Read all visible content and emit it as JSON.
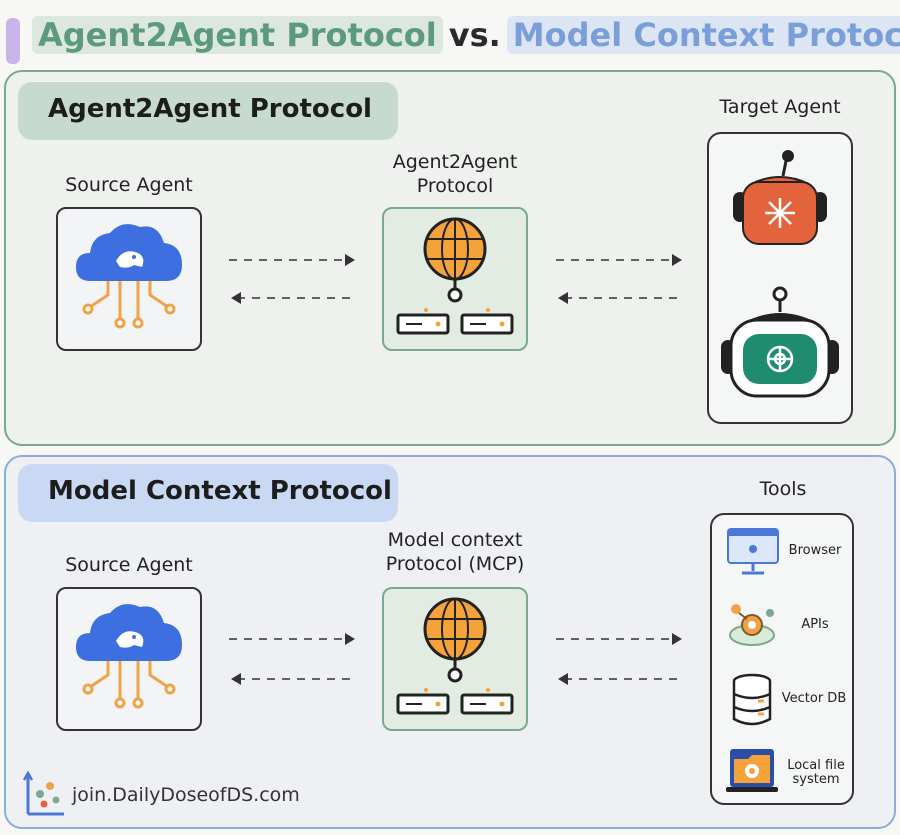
{
  "title": {
    "part1": "Agent2Agent Protocol",
    "vs": "vs.",
    "part2": "Model Context Protocol"
  },
  "a2a": {
    "heading": "Agent2Agent Protocol",
    "source_label": "Source Agent",
    "protocol_label_line1": "Agent2Agent",
    "protocol_label_line2": "Protocol",
    "target_label": "Target Agent"
  },
  "mcp": {
    "heading": "Model Context Protocol",
    "source_label": "Source Agent",
    "protocol_label_line1": "Model context",
    "protocol_label_line2": "Protocol (MCP)",
    "tools_label": "Tools",
    "tools": [
      {
        "label": "Browser",
        "icon": "browser-icon"
      },
      {
        "label": "APIs",
        "icon": "api-icon"
      },
      {
        "label": "Vector DB",
        "icon": "database-icon"
      },
      {
        "label_line1": "Local file",
        "label_line2": "system",
        "icon": "folder-icon"
      }
    ]
  },
  "footer": {
    "text": "join.DailyDoseofDS.com"
  },
  "colors": {
    "a2a_accent": "#7aa891",
    "mcp_accent": "#8facd8",
    "cloud_blue": "#3e6fe0",
    "circuit_orange": "#f0a246",
    "globe_orange": "#f5a23a",
    "robot_red": "#e3643c",
    "robot_teal": "#1f8b6f"
  }
}
